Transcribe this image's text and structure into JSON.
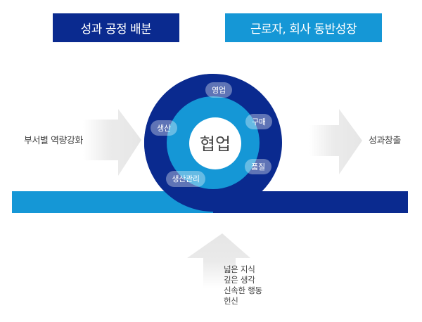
{
  "top_boxes": {
    "left": {
      "label": "성과 공정 배분",
      "color": "#0a2a8f"
    },
    "right": {
      "label": "근로자, 회사 동반성장",
      "color": "#1597d6"
    }
  },
  "center": {
    "label": "협업",
    "outer_ring_color": "#0a2a8f",
    "inner_ring_color": "#1597d6",
    "core_color": "#ffffff"
  },
  "departments": [
    "영업",
    "구매",
    "품질",
    "생산관리",
    "생산"
  ],
  "flow": {
    "input_label": "부서별 역량강화",
    "output_label": "성과창출"
  },
  "foundation": {
    "items": [
      "넓은 지식",
      "깊은 생각",
      "신속한 행동",
      "헌신"
    ]
  },
  "colors": {
    "band_left": "#1597d6",
    "band_right": "#0a2a8f",
    "arrow_gray": "#e6e6e6",
    "text_gray": "#444444"
  }
}
